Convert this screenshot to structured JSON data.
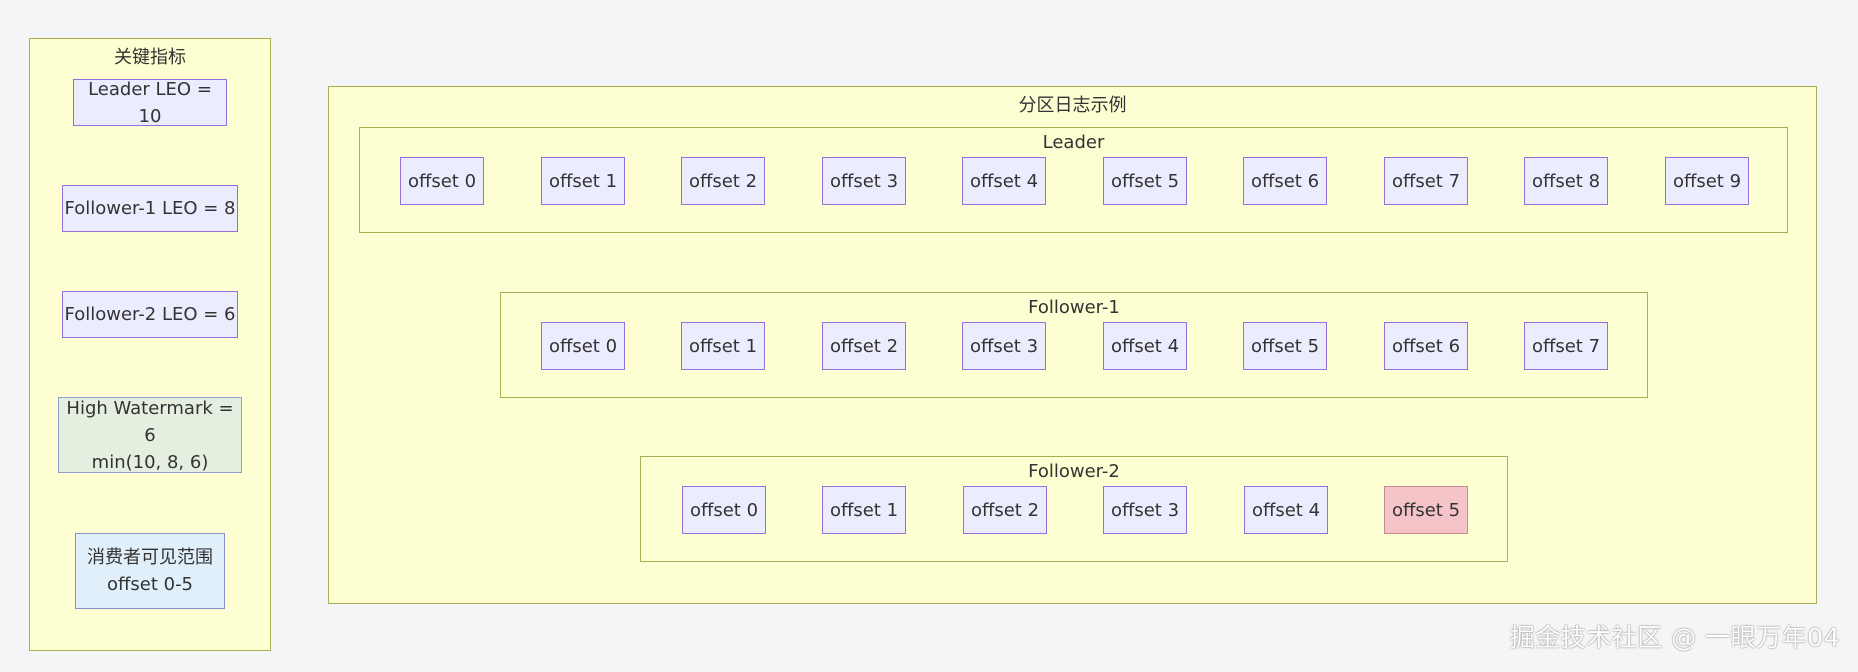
{
  "metrics": {
    "title": "关键指标",
    "leader_leo": "Leader LEO = 10",
    "follower1_leo": "Follower-1 LEO = 8",
    "follower2_leo": "Follower-2 LEO = 6",
    "high_watermark": "High Watermark = 6",
    "high_watermark_formula": "min(10, 8, 6)",
    "consumer_visible": "消费者可见范围",
    "consumer_range": "offset 0-5"
  },
  "partition": {
    "title": "分区日志示例",
    "leader": {
      "title": "Leader",
      "offsets": [
        "offset 0",
        "offset 1",
        "offset 2",
        "offset 3",
        "offset 4",
        "offset 5",
        "offset 6",
        "offset 7",
        "offset 8",
        "offset 9"
      ]
    },
    "follower1": {
      "title": "Follower-1",
      "offsets": [
        "offset 0",
        "offset 1",
        "offset 2",
        "offset 3",
        "offset 4",
        "offset 5",
        "offset 6",
        "offset 7"
      ]
    },
    "follower2": {
      "title": "Follower-2",
      "offsets": [
        "offset 0",
        "offset 1",
        "offset 2",
        "offset 3",
        "offset 4",
        "offset 5"
      ],
      "highlighted_offset": "offset 5"
    }
  },
  "colors": {
    "cluster_fill": "#fefed3",
    "cluster_border": "#a9b054",
    "node_fill": "#ececff",
    "node_border": "#9370db",
    "highlight_fill": "#f5c4c8",
    "high_watermark_fill": "#e4efe0",
    "consumer_range_fill": "#e1effb"
  },
  "watermark": "掘金技术社区 @ 一眼万年04"
}
